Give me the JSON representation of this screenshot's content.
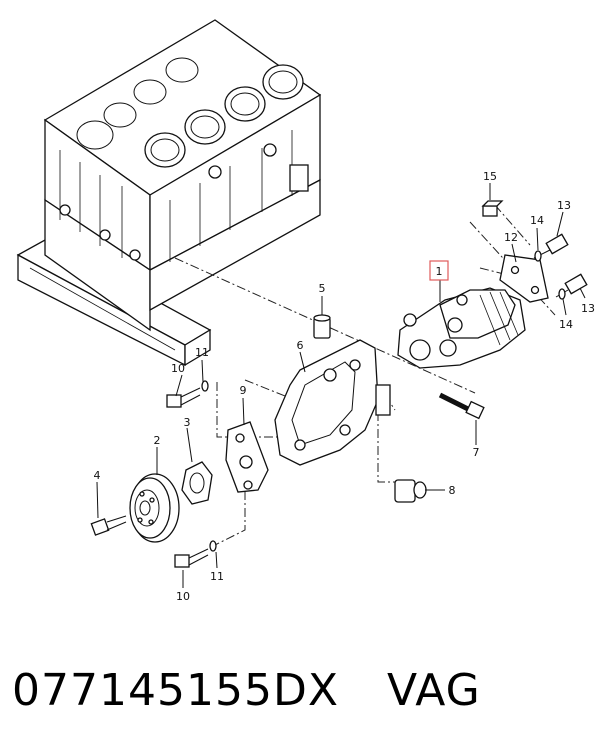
{
  "callouts": [
    {
      "id": "1",
      "label": "1",
      "highlighted": true
    },
    {
      "id": "2",
      "label": "2"
    },
    {
      "id": "3",
      "label": "3"
    },
    {
      "id": "4",
      "label": "4"
    },
    {
      "id": "5",
      "label": "5"
    },
    {
      "id": "6",
      "label": "6"
    },
    {
      "id": "7",
      "label": "7"
    },
    {
      "id": "8",
      "label": "8"
    },
    {
      "id": "9",
      "label": "9"
    },
    {
      "id": "10a",
      "label": "10"
    },
    {
      "id": "10b",
      "label": "10"
    },
    {
      "id": "11a",
      "label": "11"
    },
    {
      "id": "11b",
      "label": "11"
    },
    {
      "id": "12",
      "label": "12"
    },
    {
      "id": "13a",
      "label": "13"
    },
    {
      "id": "13b",
      "label": "13"
    },
    {
      "id": "14a",
      "label": "14"
    },
    {
      "id": "14b",
      "label": "14"
    },
    {
      "id": "15",
      "label": "15"
    }
  ],
  "footer": {
    "part_number": "077145155DX",
    "brand": "VAG"
  },
  "colors": {
    "highlight_box": "#e05a5a",
    "line": "#111111"
  }
}
